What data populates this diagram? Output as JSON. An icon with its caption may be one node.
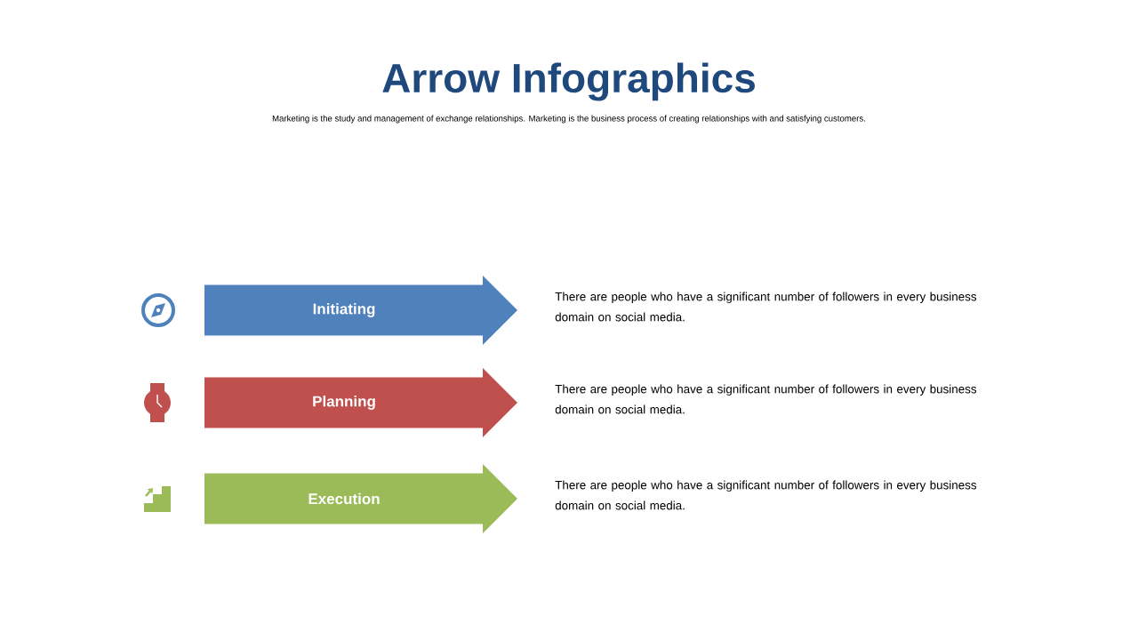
{
  "diagram": {
    "title": "Arrow Infographics",
    "nodes": [
      {
        "text": [
          "Initiating"
        ],
        "beside": [
          "There are people who have a significant number of followers in every business domain on social media."
        ]
      },
      {
        "text": [
          "Planning"
        ],
        "beside": [
          "There are people who have a significant number of followers in every business domain on social media."
        ]
      },
      {
        "text": [
          "Execution"
        ],
        "beside": [
          "There are people who have a significant number of followers in every business domain on social media."
        ]
      }
    ],
    "labels": [
      "Marketing is the study and management of exchange relationships. Marketing is the business process of creating relationships with and satisfying customers."
    ]
  }
}
